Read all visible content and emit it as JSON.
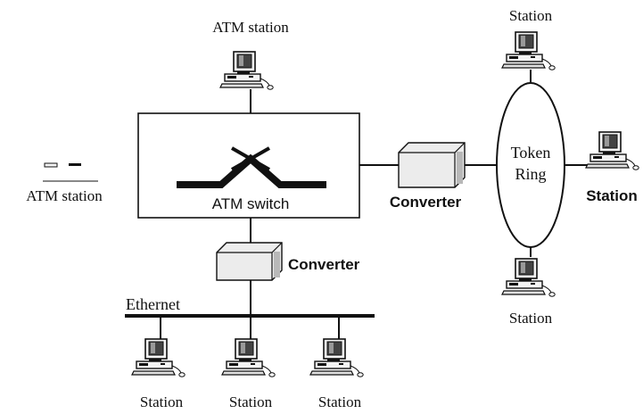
{
  "labels": {
    "atm_station_top": "ATM station",
    "atm_station_left": "ATM station",
    "atm_switch": "ATM switch",
    "converter_right": "Converter",
    "converter_bottom": "Converter",
    "token_ring_line1": "Token",
    "token_ring_line2": "Ring",
    "ethernet": "Ethernet",
    "station_tr_top": "Station",
    "station_tr_right": "Station",
    "station_tr_bottom": "Station",
    "station_eth_1": "Station",
    "station_eth_2": "Station",
    "station_eth_3": "Station"
  },
  "icons": {
    "computer": "computer-icon",
    "converter": "converter-box-icon"
  },
  "colors": {
    "ink": "#111111",
    "background": "#ffffff"
  }
}
